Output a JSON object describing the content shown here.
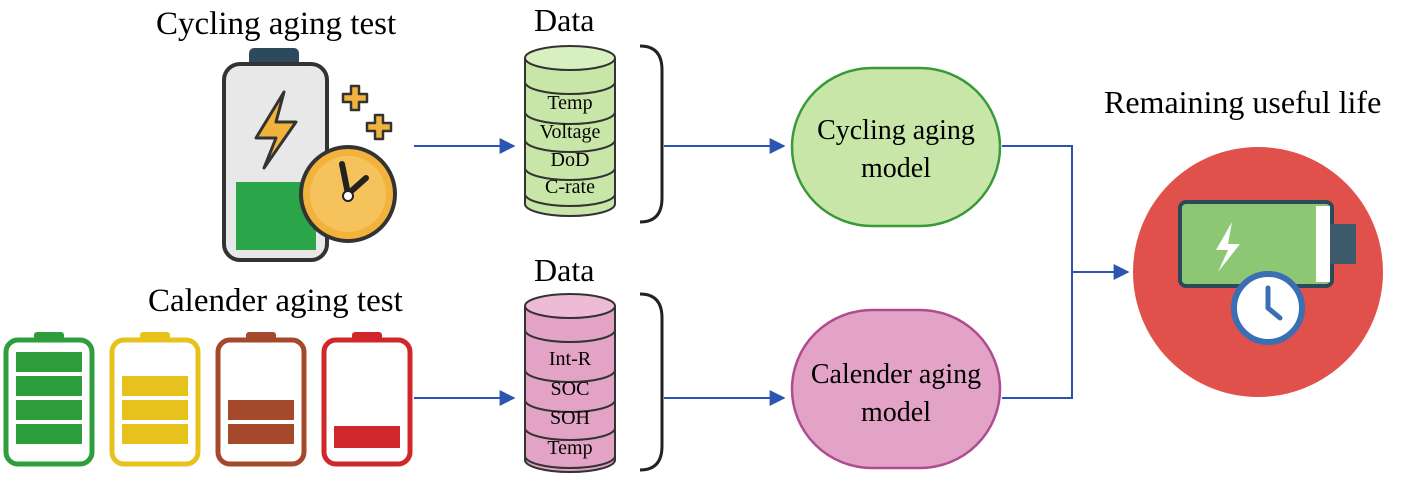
{
  "cycling": {
    "title": "Cycling aging test",
    "data_title": "Data",
    "fields": [
      "Temp",
      "Voltage",
      "DoD",
      "C-rate"
    ],
    "model_line1": "Cycling aging",
    "model_line2": "model"
  },
  "calendar": {
    "title": "Calender aging test",
    "data_title": "Data",
    "fields": [
      "Int-R",
      "SOC",
      "SOH",
      "Temp"
    ],
    "model_line1": "Calender aging",
    "model_line2": "model"
  },
  "output": {
    "title": "Remaining useful life"
  },
  "colors": {
    "arrow": "#2a56b0",
    "cycling_model_fill": "#c8e6a8",
    "cycling_model_stroke": "#3a9a3a",
    "calendar_model_fill": "#e3a3c6",
    "calendar_model_stroke": "#b04b91",
    "rul_circle": "#e0514b",
    "battery_green": "#2e9e3c",
    "battery_yellow": "#e8c21c",
    "battery_brown": "#a4492c",
    "battery_red": "#d0282a"
  },
  "icons": [
    "battery-charging-icon",
    "clock-icon",
    "plus-sparkle-icon",
    "battery-level-icon",
    "database-cylinder-icon",
    "battery-clock-icon"
  ]
}
